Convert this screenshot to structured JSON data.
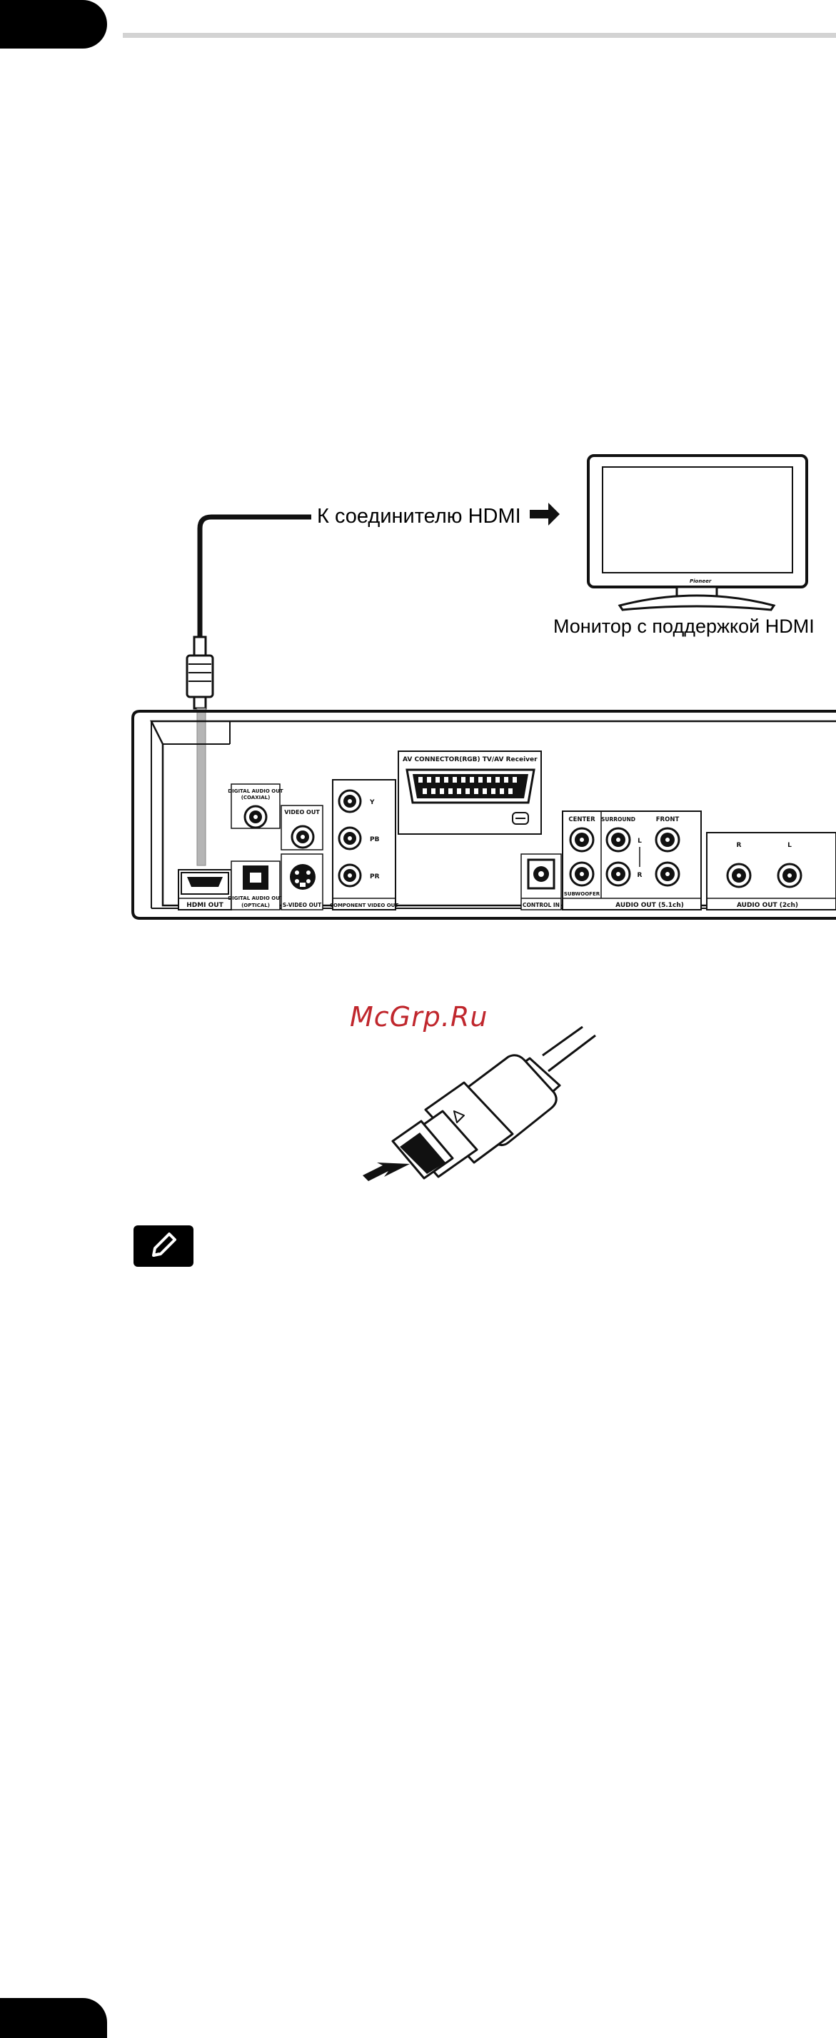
{
  "connection": {
    "hdmi_label": "К соединителю HDMI",
    "monitor_caption": "Монитор с поддержкой HDMI"
  },
  "monitor": {
    "brand": "Pioneer"
  },
  "rear_panel": {
    "hdmi_out": "HDMI OUT",
    "digital_coaxial": [
      "DIGITAL AUDIO OUT",
      "(COAXIAL)"
    ],
    "digital_optical": [
      "DIGITAL AUDIO OUT",
      "(OPTICAL)"
    ],
    "video_out": "VIDEO OUT",
    "s_video_out": "S-VIDEO OUT",
    "component": {
      "y": "Y",
      "pb": "PB",
      "pr": "PR",
      "label": "COMPONENT VIDEO OUT"
    },
    "scart": "AV CONNECTOR(RGB) TV/AV Receiver",
    "control_in": "CONTROL IN",
    "center": "CENTER",
    "surround": "SURROUND",
    "front": "FRONT",
    "subwoofer": "SUBWOOFER",
    "l": "L",
    "r": "R",
    "audio_51": "AUDIO OUT (5.1ch)",
    "audio_2ch": "AUDIO OUT (2ch)"
  },
  "watermark": "McGrp.Ru",
  "colors": {
    "tab": "#000000",
    "rule": "#d3d3d3",
    "watermark": "#c0272d",
    "cable": "#000000",
    "cable_lead": "#b5b5b5"
  },
  "icons": [
    "arrow-right-icon",
    "arrow-out-icon",
    "note-pencil-icon"
  ]
}
